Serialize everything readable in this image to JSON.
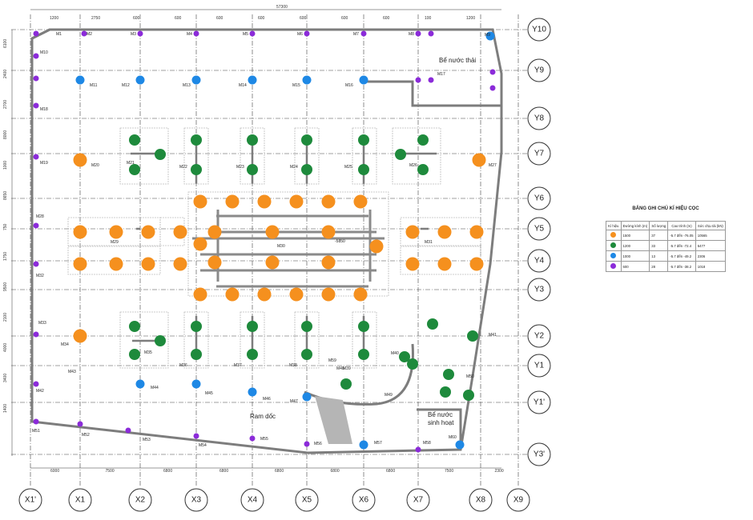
{
  "drawing": {
    "overall_dimension": "57300",
    "x_axes": [
      "X1'",
      "X1",
      "X2",
      "X3",
      "X4",
      "X5",
      "X6",
      "X7",
      "X8",
      "X9"
    ],
    "y_axes": [
      "Y10",
      "Y9",
      "Y8",
      "Y7",
      "Y6",
      "Y5",
      "Y4",
      "Y3",
      "Y2",
      "Y1",
      "Y1'",
      "Y3'"
    ],
    "x_bottom_dims": [
      "6000",
      "7500",
      "6800",
      "6800",
      "6800",
      "6800",
      "6800",
      "7500",
      "2300"
    ],
    "top_dims": [
      "1200",
      "2750",
      "600",
      "600",
      "600",
      "600",
      "600",
      "600",
      "600",
      "100",
      "1200"
    ],
    "left_dims": [
      "6100",
      "2400",
      "2700",
      "8000",
      "1000",
      "8650",
      "750",
      "1750",
      "9500",
      "2100",
      "4000",
      "3400",
      "1400"
    ],
    "labels": {
      "waste_tank": "Bể nước thải",
      "ramp": "Ram dốc",
      "domestic_tank_line1": "Bể nước",
      "domestic_tank_line2": "sinh hoạt",
      "level_mark": "-5850"
    },
    "mark_labels": [
      "M1",
      "M2",
      "M3",
      "M4",
      "M5",
      "M6",
      "M7",
      "M8",
      "M9",
      "M10",
      "M11",
      "M12",
      "M13",
      "M14",
      "M15",
      "M16",
      "M17",
      "M18",
      "M19",
      "M20",
      "M21",
      "M22",
      "M23",
      "M24",
      "M25",
      "M26",
      "M27",
      "M28",
      "M29",
      "M30",
      "M31",
      "M32",
      "M33",
      "M34",
      "M35",
      "M36",
      "M37",
      "M38",
      "M39",
      "M40",
      "M41",
      "M42",
      "M43",
      "M44",
      "M45",
      "M46",
      "M47",
      "M48",
      "M49",
      "M50",
      "M51",
      "M52",
      "M53",
      "M54",
      "M55",
      "M56",
      "M57",
      "M58",
      "M59",
      "M60"
    ],
    "colors": {
      "orange": "#f5901e",
      "green": "#1e8a3c",
      "blue": "#1e88e5",
      "purple": "#8b2bd9",
      "wall": "#7d7d7d"
    }
  },
  "legend": {
    "title": "BẢNG GHI CHÚ KÍ HIỆU CỌC",
    "headers": [
      "Kí hiệu",
      "Đường kính (m)",
      "Số lượng",
      "Cao trình (m)",
      "Sức chịu tải (kN)"
    ],
    "rows": [
      {
        "color": "#f5901e",
        "diameter": "1500",
        "count": "37",
        "elevation": "-5.7 đến -76.05",
        "capacity": "10565"
      },
      {
        "color": "#1e8a3c",
        "diameter": "1200",
        "count": "33",
        "elevation": "-5.7 đến -72.4",
        "capacity": "5477"
      },
      {
        "color": "#1e88e5",
        "diameter": "1000",
        "count": "13",
        "elevation": "-5.7 đến -49.2",
        "capacity": "2306"
      },
      {
        "color": "#8b2bd9",
        "diameter": "600",
        "count": "28",
        "elevation": "-5.7 đến -38.2",
        "capacity": "1018"
      }
    ]
  }
}
